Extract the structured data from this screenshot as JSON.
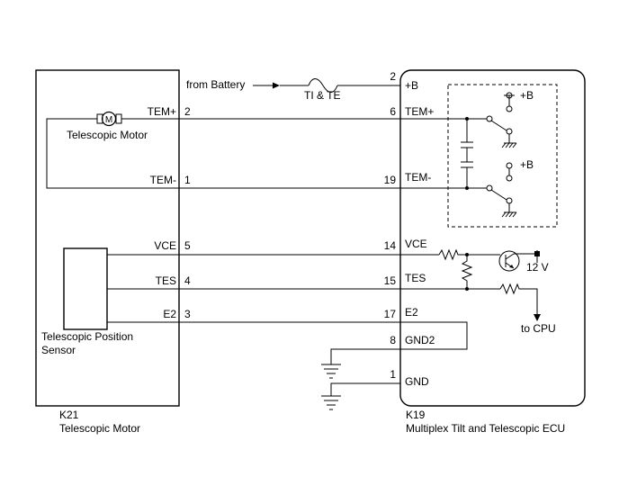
{
  "left_component": {
    "id": "K21",
    "name": "Telescopic Motor",
    "motor_symbol": "M",
    "motor_label": "Telescopic Motor",
    "sensor_label_line1": "Telescopic Position",
    "sensor_label_line2": "Sensor",
    "pins": [
      {
        "name": "TEM+",
        "number": "2"
      },
      {
        "name": "TEM-",
        "number": "1"
      },
      {
        "name": "VCE",
        "number": "5"
      },
      {
        "name": "TES",
        "number": "4"
      },
      {
        "name": "E2",
        "number": "3"
      }
    ]
  },
  "right_component": {
    "id": "K19",
    "name": "Multiplex Tilt and Telescopic ECU",
    "pins": [
      {
        "name": "+B",
        "number": "2"
      },
      {
        "name": "TEM+",
        "number": "6"
      },
      {
        "name": "TEM-",
        "number": "19"
      },
      {
        "name": "VCE",
        "number": "14"
      },
      {
        "name": "TES",
        "number": "15"
      },
      {
        "name": "E2",
        "number": "17"
      },
      {
        "name": "GND2",
        "number": "8"
      },
      {
        "name": "GND",
        "number": "1"
      }
    ],
    "relay_supply_1": "+B",
    "relay_supply_2": "+B",
    "voltage_label": "12 V",
    "cpu_label": "to CPU"
  },
  "battery_label": "from Battery",
  "fuse_label": "TI & TE"
}
